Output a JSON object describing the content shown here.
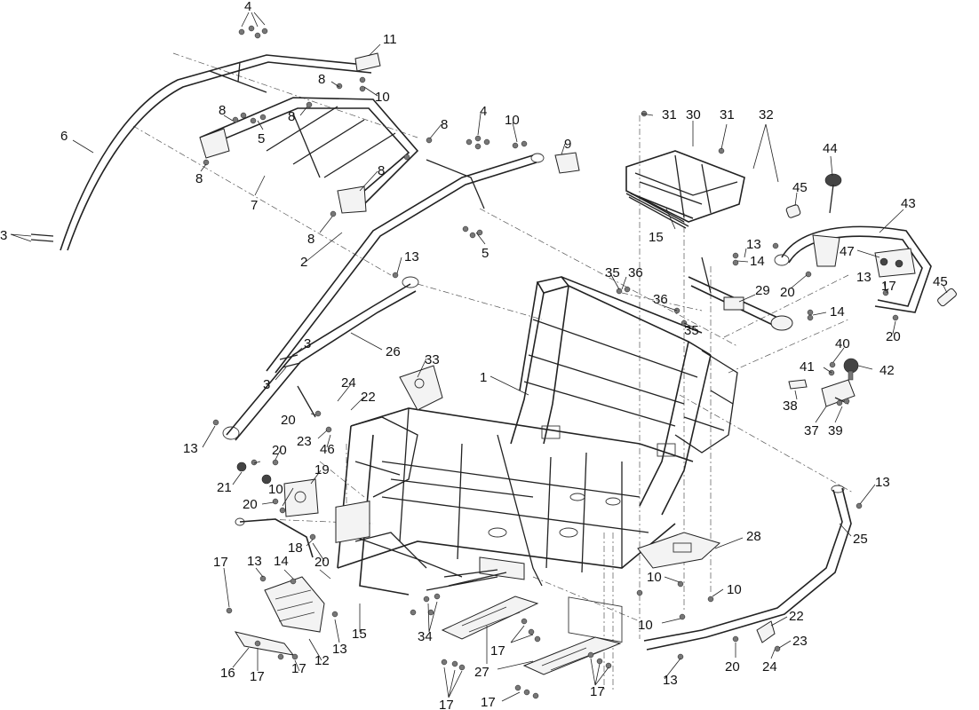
{
  "diagram": {
    "part_numbers": [
      "1",
      "2",
      "3",
      "4",
      "5",
      "6",
      "7",
      "8",
      "9",
      "10",
      "11",
      "12",
      "13",
      "14",
      "15",
      "16",
      "17",
      "18",
      "19",
      "20",
      "21",
      "22",
      "23",
      "24",
      "25",
      "26",
      "27",
      "28",
      "29",
      "30",
      "31",
      "32",
      "33",
      "34",
      "35",
      "36",
      "37",
      "38",
      "39",
      "40",
      "41",
      "42",
      "43",
      "44",
      "45",
      "46",
      "47"
    ]
  }
}
